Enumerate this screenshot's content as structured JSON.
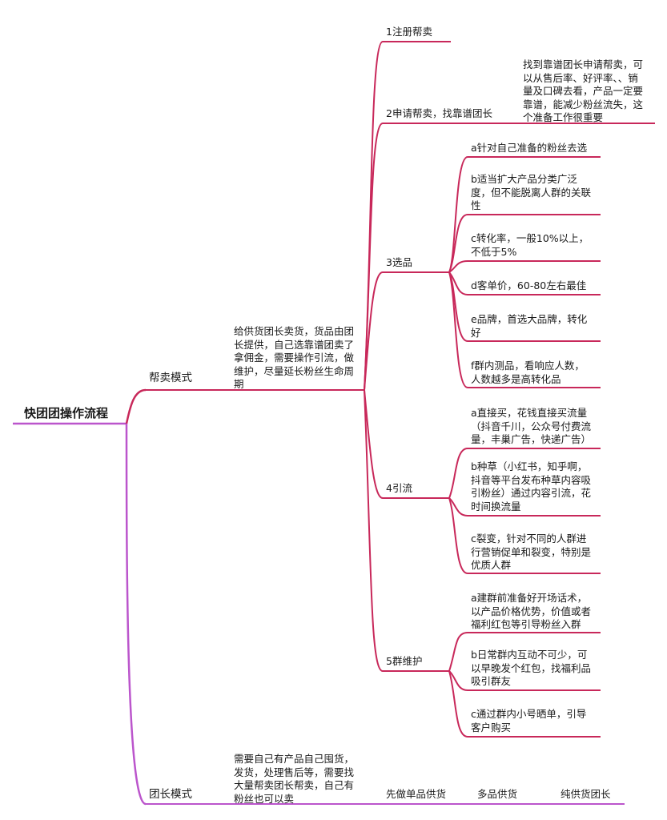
{
  "root": "快团团操作流程",
  "colors": {
    "root_branch": "#bb55cc",
    "main_branch": "#c8285a"
  },
  "branches": [
    {
      "label": "帮卖模式",
      "note": "给供货团长卖货，货品由团\n长提供，自己选靠谱团卖了\n拿佣金，需要操作引流，做\n维护，尽量延长粉丝生命周\n期",
      "steps": [
        {
          "label": "1注册帮卖",
          "items": []
        },
        {
          "label": "2申请帮卖，找靠谱团长",
          "items": [
            "找到靠谱团长申请帮卖，可\n以从售后率、好评率、、销\n量及口碑去看，产品一定要\n靠谱，能减少粉丝流失，这\n个准备工作很重要"
          ]
        },
        {
          "label": "3选品",
          "items": [
            "a针对自己准备的粉丝去选",
            "b适当扩大产品分类广泛\n度，但不能脱离人群的关联\n性",
            "c转化率，一般10%以上，\n不低于5%",
            "d客单价，60-80左右最佳",
            "e品牌，首选大品牌，转化\n好",
            "f群内测品，看响应人数，\n人数越多是高转化品"
          ]
        },
        {
          "label": "4引流",
          "items": [
            "a直接买，花钱直接买流量\n（抖音千川，公众号付费流\n量，丰巢广告，快递广告）",
            "b种草（小红书，知乎啊，\n抖音等平台发布种草内容吸\n引粉丝）通过内容引流，花\n时间换流量",
            "c裂变，针对不同的人群进\n行营销促单和裂变，特别是\n优质人群"
          ]
        },
        {
          "label": "5群维护",
          "items": [
            "a建群前准备好开场话术，\n以产品价格优势，价值或者\n福利红包等引导粉丝入群",
            "b日常群内互动不可少，可\n以早晚发个红包，找福利品\n吸引群友",
            "c通过群内小号晒单，引导\n客户购买"
          ]
        }
      ]
    },
    {
      "label": "团长模式",
      "note": "需要自己有产品自己囤货，\n发货，处理售后等，需要找\n大量帮卖团长帮卖，自己有\n粉丝也可以卖",
      "steps": [
        {
          "label": "先做单品供货",
          "items": []
        },
        {
          "label": "多品供货",
          "items": []
        },
        {
          "label": "纯供货团长",
          "items": []
        }
      ]
    }
  ]
}
